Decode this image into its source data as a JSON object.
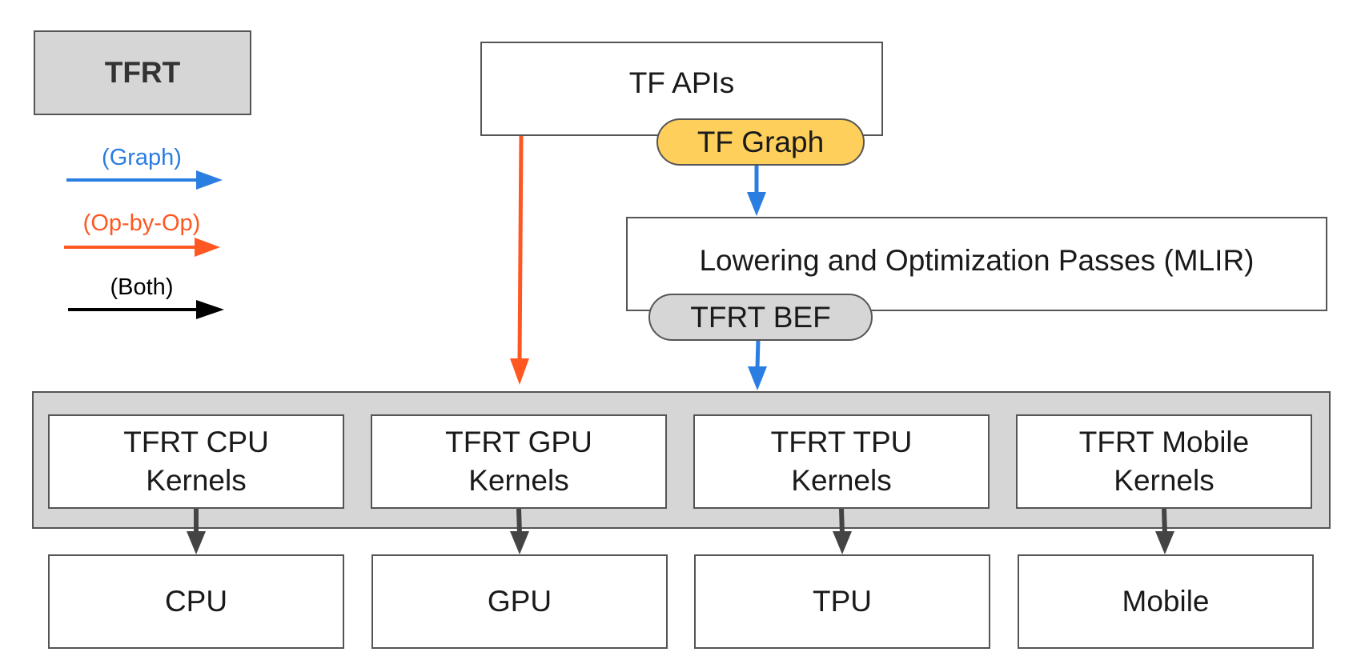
{
  "legend": {
    "title": "TFRT",
    "graph": {
      "label": "(Graph)",
      "color": "#2a7de1"
    },
    "opbyop": {
      "label": "(Op-by-Op)",
      "color": "#ff5722"
    },
    "both": {
      "label": "(Both)",
      "color": "#000000"
    }
  },
  "top": {
    "api_label": "TF APIs",
    "graph_pill": "TF Graph",
    "lowering_label": "Lowering and Optimization Passes (MLIR)",
    "bef_pill": "TFRT BEF"
  },
  "kernels": [
    {
      "line1": "TFRT CPU",
      "line2": "Kernels"
    },
    {
      "line1": "TFRT GPU",
      "line2": "Kernels"
    },
    {
      "line1": "TFRT TPU",
      "line2": "Kernels"
    },
    {
      "line1": "TFRT Mobile",
      "line2": "Kernels"
    }
  ],
  "devices": [
    "CPU",
    "GPU",
    "TPU",
    "Mobile"
  ],
  "colors": {
    "graph_pill_fill": "#ffcf5c",
    "bef_pill_fill": "#d6d6d6",
    "kernel_group_fill": "#d6d6d6",
    "dark_arrow": "#444444"
  }
}
